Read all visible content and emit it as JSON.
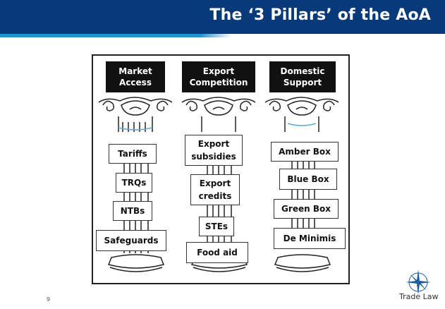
{
  "header": {
    "title": "The ‘3 Pillars’ of the AoA"
  },
  "pillars": [
    {
      "heading": "Market\nAccess",
      "items": [
        "Tariffs",
        "TRQs",
        "NTBs",
        "Safeguards"
      ]
    },
    {
      "heading": "Export\nCompetition",
      "items": [
        "Export\nsubsidies",
        "Export\ncredits",
        "STEs",
        "Food aid"
      ]
    },
    {
      "heading": "Domestic\nSupport",
      "items": [
        "Amber Box",
        "Blue Box",
        "Green Box",
        "De Minimis"
      ]
    }
  ],
  "footer": {
    "page_number": "9",
    "logo_text": "Trade Law"
  },
  "colors": {
    "header_bg": "#083a7a",
    "header_strip": "#2c8fd0"
  }
}
